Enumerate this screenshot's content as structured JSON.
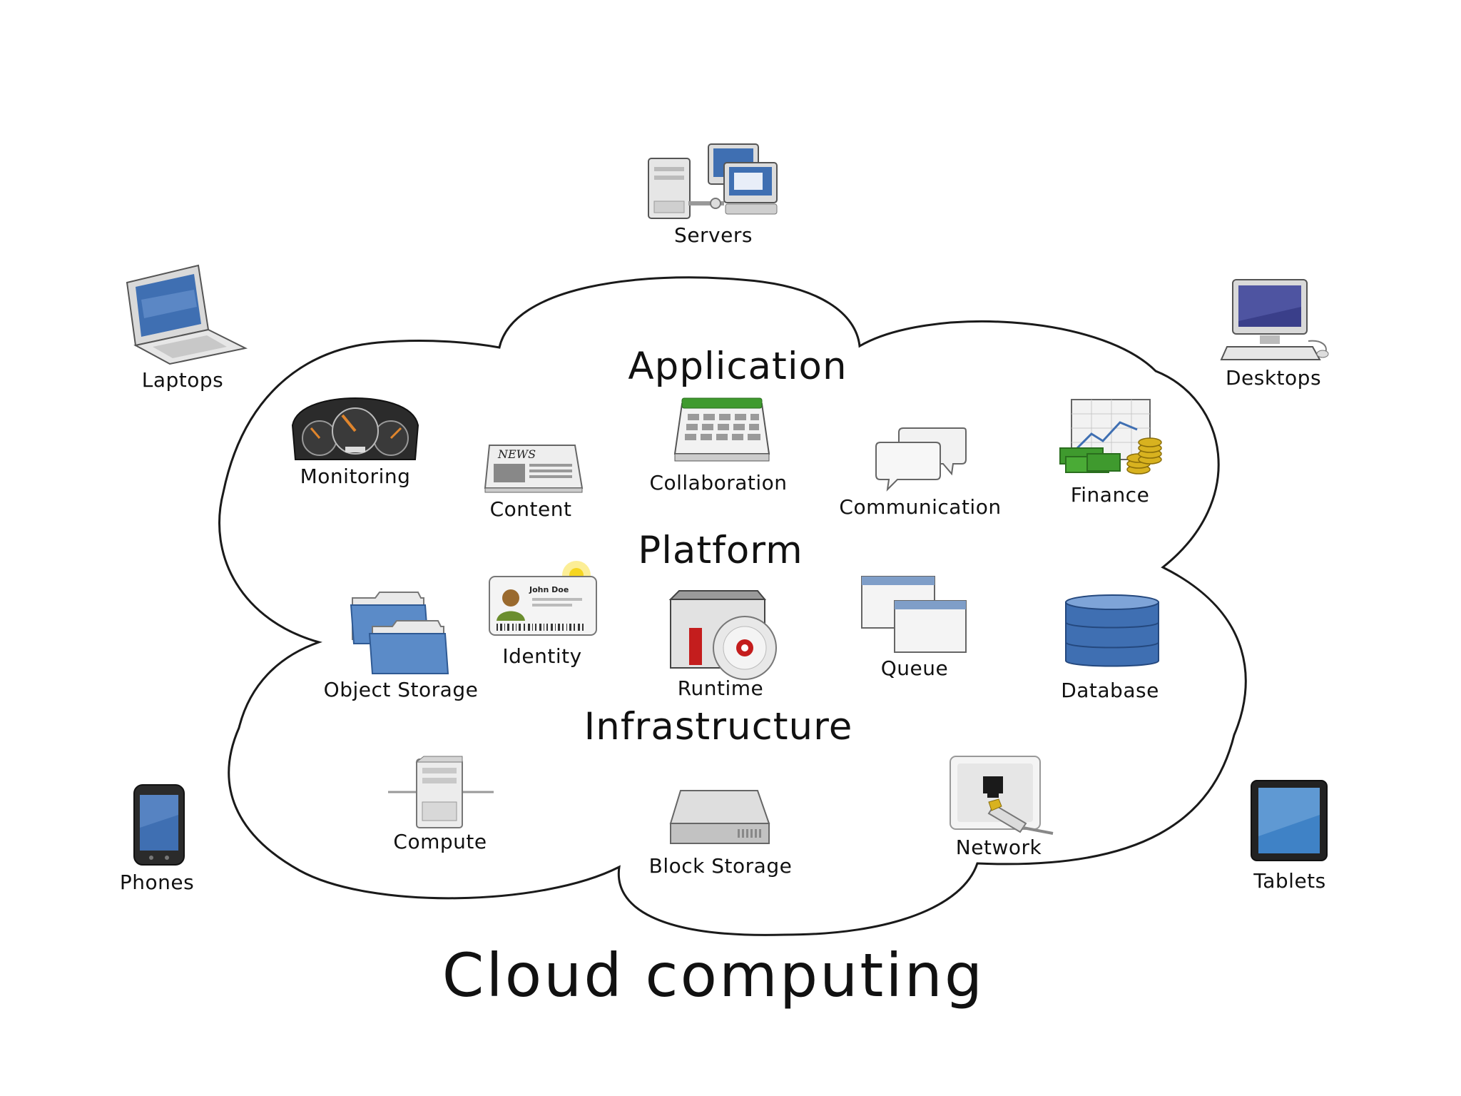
{
  "title": "Cloud computing",
  "layers": {
    "application": "Application",
    "platform": "Platform",
    "infrastructure": "Infrastructure"
  },
  "devices": {
    "servers": "Servers",
    "laptops": "Laptops",
    "desktops": "Desktops",
    "phones": "Phones",
    "tablets": "Tablets"
  },
  "application_items": {
    "monitoring": "Monitoring",
    "content": "Content",
    "collaboration": "Collaboration",
    "communication": "Communication",
    "finance": "Finance"
  },
  "platform_items": {
    "object_storage": "Object Storage",
    "identity": "Identity",
    "runtime": "Runtime",
    "queue": "Queue",
    "database": "Database"
  },
  "infrastructure_items": {
    "compute": "Compute",
    "block_storage": "Block Storage",
    "network": "Network"
  },
  "icon_text": {
    "news": "NEWS",
    "id_name": "John Doe"
  },
  "colors": {
    "outline": "#1a1a1a",
    "blue": "#3f6fb2",
    "green": "#3f9a2e",
    "gold": "#d8b21f",
    "red": "#c41d1d",
    "gray": "#bfbfbf"
  }
}
